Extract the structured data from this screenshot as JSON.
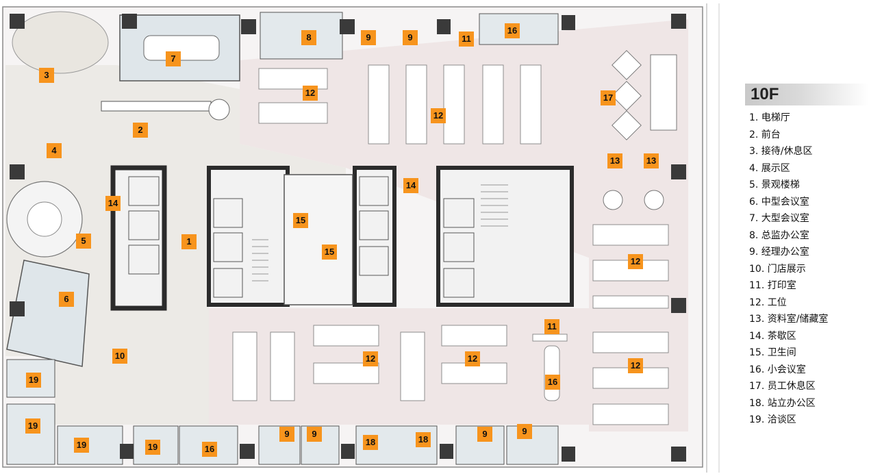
{
  "floor_label": "10F",
  "legend": [
    "1. 电梯厅",
    "2. 前台",
    "3. 接待/休息区",
    "4. 展示区",
    "5. 景观楼梯",
    "6. 中型会议室",
    "7. 大型会议室",
    "8. 总监办公室",
    "9. 经理办公室",
    "10. 门店展示",
    "11. 打印室",
    "12. 工位",
    "13. 资料室/储藏室",
    "14. 茶歇区",
    "15. 卫生间",
    "16. 小会议室",
    "17. 员工休息区",
    "18. 站立办公区",
    "19. 洽谈区"
  ],
  "tags": [
    "8",
    "9",
    "9",
    "11",
    "16",
    "7",
    "3",
    "12",
    "12",
    "17",
    "2",
    "4",
    "13",
    "13",
    "14",
    "14",
    "15",
    "1",
    "15",
    "5",
    "12",
    "6",
    "11",
    "10",
    "12",
    "12",
    "12",
    "16",
    "19",
    "19",
    "9",
    "9",
    "9",
    "9",
    "19",
    "19",
    "16",
    "18",
    "18"
  ],
  "colors": {
    "tag": "#f7941d",
    "floor": "#efe8e8",
    "lobby": "#ededeb",
    "wall": "#2b2b2b",
    "glass": "#cdd9e0"
  }
}
